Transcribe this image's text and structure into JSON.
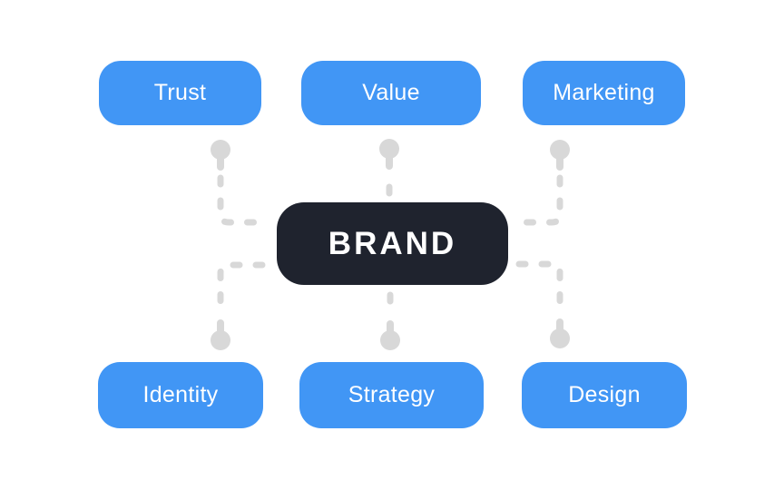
{
  "center": {
    "label": "BRAND"
  },
  "nodes": [
    {
      "id": "trust",
      "label": "Trust",
      "position": "top-left"
    },
    {
      "id": "value",
      "label": "Value",
      "position": "top-center"
    },
    {
      "id": "marketing",
      "label": "Marketing",
      "position": "top-right"
    },
    {
      "id": "identity",
      "label": "Identity",
      "position": "bottom-left"
    },
    {
      "id": "strategy",
      "label": "Strategy",
      "position": "bottom-center"
    },
    {
      "id": "design",
      "label": "Design",
      "position": "bottom-right"
    }
  ],
  "colors": {
    "accent": "#4196F5",
    "dark": "#1F232E",
    "connector": "#D8D8D8",
    "label-text": "#FFFFFF",
    "bg": "#FFFFFF"
  }
}
